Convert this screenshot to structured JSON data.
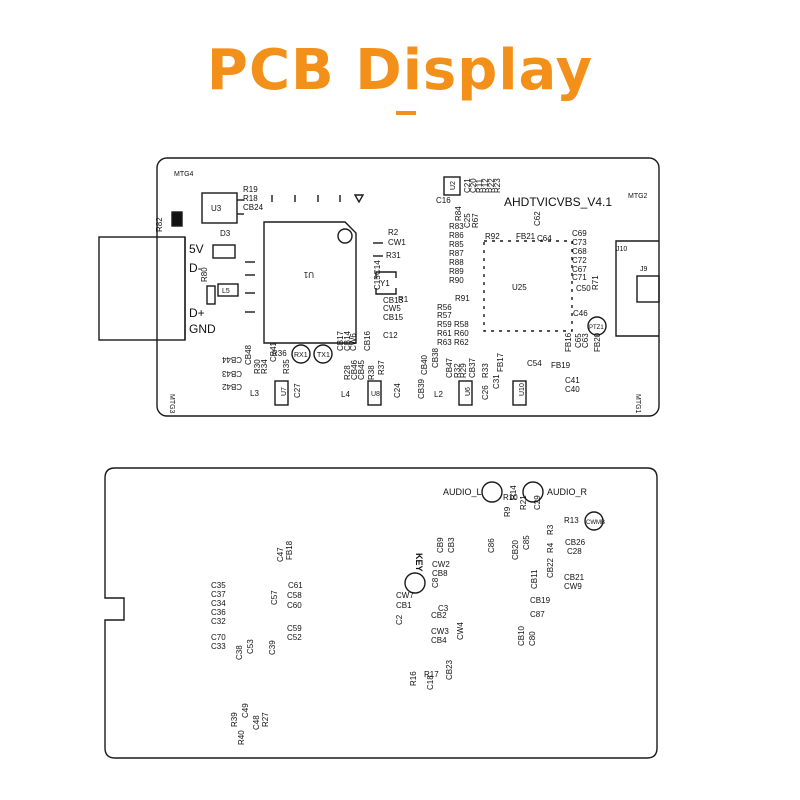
{
  "title": "PCB Display",
  "colors": {
    "accent": "#f39019",
    "line": "#1a1a1a"
  },
  "top_board": {
    "model": "AHDTVICVBS_V4.1",
    "pins": [
      "5V",
      "D-",
      "D+",
      "GND"
    ],
    "chips": {
      "u1": "U1",
      "u25": "U25",
      "u3": "U3",
      "u2": "U2",
      "u6": "U6",
      "u7": "U7",
      "u8": "U8",
      "u10": "U10",
      "y1": "Y1",
      "j9": "J9",
      "j10": "J10",
      "l5": "L5",
      "rx1": "RX1",
      "tx1": "TX1",
      "ptz1": "PTZ1"
    },
    "mounts": {
      "mtg1": "MTG1",
      "mtg2": "MTG2",
      "mtg3": "MTG3",
      "mtg4": "MTG4"
    },
    "silk": [
      "R19",
      "R18",
      "CB24",
      "R82",
      "D3",
      "R80",
      "C16",
      "R11",
      "R12",
      "R22",
      "R23",
      "C21",
      "C20",
      "R2",
      "CW1",
      "R31",
      "C14",
      "C15",
      "R1",
      "CB13",
      "CW5",
      "CB15",
      "C12",
      "R84",
      "R83",
      "R86",
      "R85",
      "R87",
      "R88",
      "R89",
      "R90",
      "R91",
      "R56",
      "R57",
      "R59",
      "R58",
      "R61",
      "R60",
      "R63",
      "R62",
      "C25",
      "C62",
      "R67",
      "R92",
      "FB21",
      "C64",
      "C69",
      "C73",
      "C68",
      "C72",
      "C67",
      "C71",
      "C50",
      "R71",
      "C46",
      "FB16",
      "C65",
      "C63",
      "FB20",
      "FB19",
      "C54",
      "CB44",
      "CB48",
      "CB43",
      "CB42",
      "R36",
      "R30",
      "R34",
      "R35",
      "CB41",
      "CB17",
      "CB14",
      "CW6",
      "CB16",
      "R28",
      "CB46",
      "CB45",
      "R38",
      "R37",
      "CB40",
      "CB38",
      "CB39",
      "CB47",
      "R32",
      "R29",
      "CB37",
      "R33",
      "C31",
      "FB17",
      "C26",
      "C41",
      "C40",
      "L3",
      "L4",
      "L2",
      "C27",
      "C24"
    ]
  },
  "bottom_board": {
    "labels": {
      "audio_l": "AUDIO_L",
      "audio_r": "AUDIO_R",
      "key": "KEY",
      "cwmb": "CWMB"
    },
    "silk": [
      "R10",
      "R14",
      "R9",
      "R21",
      "C29",
      "R13",
      "R3",
      "CB26",
      "C28",
      "R4",
      "CB22",
      "CB9",
      "CB3",
      "C86",
      "CB20",
      "C85",
      "C47",
      "FB18",
      "C57",
      "C35",
      "C37",
      "C34",
      "C36",
      "C32",
      "C70",
      "C33",
      "C61",
      "C58",
      "C60",
      "C59",
      "C52",
      "C53",
      "C38",
      "C39",
      "CW2",
      "CB8",
      "C8",
      "CW7",
      "CB1",
      "C2",
      "C3",
      "CB2",
      "CW3",
      "CB4",
      "CW4",
      "CB11",
      "CB19",
      "C87",
      "CB21",
      "CW9",
      "CB10",
      "C80",
      "CB23",
      "C18",
      "R17",
      "R16",
      "R27",
      "C48",
      "C49",
      "R39",
      "R40"
    ]
  }
}
